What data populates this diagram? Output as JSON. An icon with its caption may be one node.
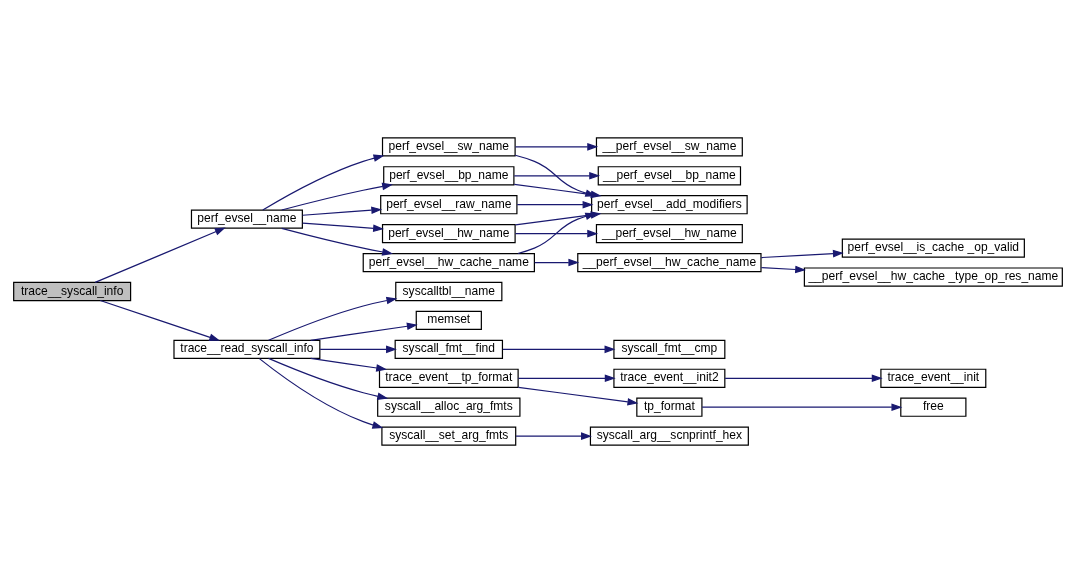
{
  "diagram": {
    "nodes": [
      {
        "text": [
          "trace__syscall_info"
        ]
      },
      {
        "text": [
          "perf_evsel__name"
        ]
      },
      {
        "text": [
          "trace__read_syscall_info"
        ]
      },
      {
        "text": [
          "perf_evsel__hw_cache_name"
        ]
      },
      {
        "text": [
          "perf_evsel__sw_name"
        ]
      },
      {
        "text": [
          "perf_evsel__raw_name"
        ]
      },
      {
        "text": [
          "perf_evsel__bp_name"
        ]
      },
      {
        "text": [
          "perf_evsel__hw_name"
        ]
      },
      {
        "text": [
          "__perf_evsel__hw_cache_name"
        ]
      },
      {
        "text": [
          "perf_evsel__add_modifiers"
        ]
      },
      {
        "text": [
          "__perf_evsel__sw_name"
        ]
      },
      {
        "text": [
          "__perf_evsel__bp_name"
        ]
      },
      {
        "text": [
          "__perf_evsel__hw_name"
        ]
      },
      {
        "text": [
          "perf_evsel__is_cache _op_valid"
        ]
      },
      {
        "text": [
          "__perf_evsel__hw_cache _type_op_res_name"
        ]
      },
      {
        "text": [
          "trace_event__tp_format"
        ]
      },
      {
        "text": [
          "syscall__alloc_arg_fmts"
        ]
      },
      {
        "text": [
          "syscall__set_arg_fmts"
        ]
      },
      {
        "text": [
          "syscalltbl__name"
        ]
      },
      {
        "text": [
          "memset"
        ]
      },
      {
        "text": [
          "syscall_fmt__find"
        ]
      },
      {
        "text": [
          "tp_format"
        ]
      },
      {
        "text": [
          "trace_event__init2"
        ]
      },
      {
        "text": [
          "syscall_arg__scnprintf_hex"
        ]
      },
      {
        "text": [
          "syscall_fmt__cmp"
        ]
      },
      {
        "text": [
          "free"
        ]
      },
      {
        "text": [
          "trace_event__init"
        ]
      }
    ],
    "edges": [
      {
        "from": 0,
        "to": 1,
        "arrow": "to"
      },
      {
        "from": 0,
        "to": 2,
        "arrow": "to"
      },
      {
        "from": 1,
        "to": 3,
        "arrow": "to"
      },
      {
        "from": 1,
        "to": 4,
        "arrow": "to"
      },
      {
        "from": 1,
        "to": 5,
        "arrow": "to"
      },
      {
        "from": 1,
        "to": 6,
        "arrow": "to"
      },
      {
        "from": 1,
        "to": 7,
        "arrow": "to"
      },
      {
        "from": 3,
        "to": 8,
        "arrow": "to"
      },
      {
        "from": 3,
        "to": 9,
        "arrow": "to"
      },
      {
        "from": 8,
        "to": 13,
        "arrow": "to"
      },
      {
        "from": 8,
        "to": 14,
        "arrow": "to"
      },
      {
        "from": 4,
        "to": 10,
        "arrow": "to"
      },
      {
        "from": 4,
        "to": 9,
        "arrow": "to"
      },
      {
        "from": 5,
        "to": 9,
        "arrow": "to"
      },
      {
        "from": 6,
        "to": 9,
        "arrow": "to"
      },
      {
        "from": 6,
        "to": 11,
        "arrow": "to"
      },
      {
        "from": 7,
        "to": 9,
        "arrow": "to"
      },
      {
        "from": 7,
        "to": 12,
        "arrow": "to"
      },
      {
        "from": 2,
        "to": 15,
        "arrow": "to"
      },
      {
        "from": 2,
        "to": 16,
        "arrow": "to"
      },
      {
        "from": 2,
        "to": 17,
        "arrow": "to"
      },
      {
        "from": 2,
        "to": 18,
        "arrow": "to"
      },
      {
        "from": 2,
        "to": 19,
        "arrow": "to"
      },
      {
        "from": 2,
        "to": 20,
        "arrow": "to"
      },
      {
        "from": 15,
        "to": 21,
        "arrow": "to"
      },
      {
        "from": 15,
        "to": 22,
        "arrow": "to"
      },
      {
        "from": 21,
        "to": 25,
        "arrow": "to"
      },
      {
        "from": 22,
        "to": 26,
        "arrow": "to"
      },
      {
        "from": 17,
        "to": 23,
        "arrow": "to"
      },
      {
        "from": 20,
        "to": 24,
        "arrow": "to"
      }
    ]
  }
}
